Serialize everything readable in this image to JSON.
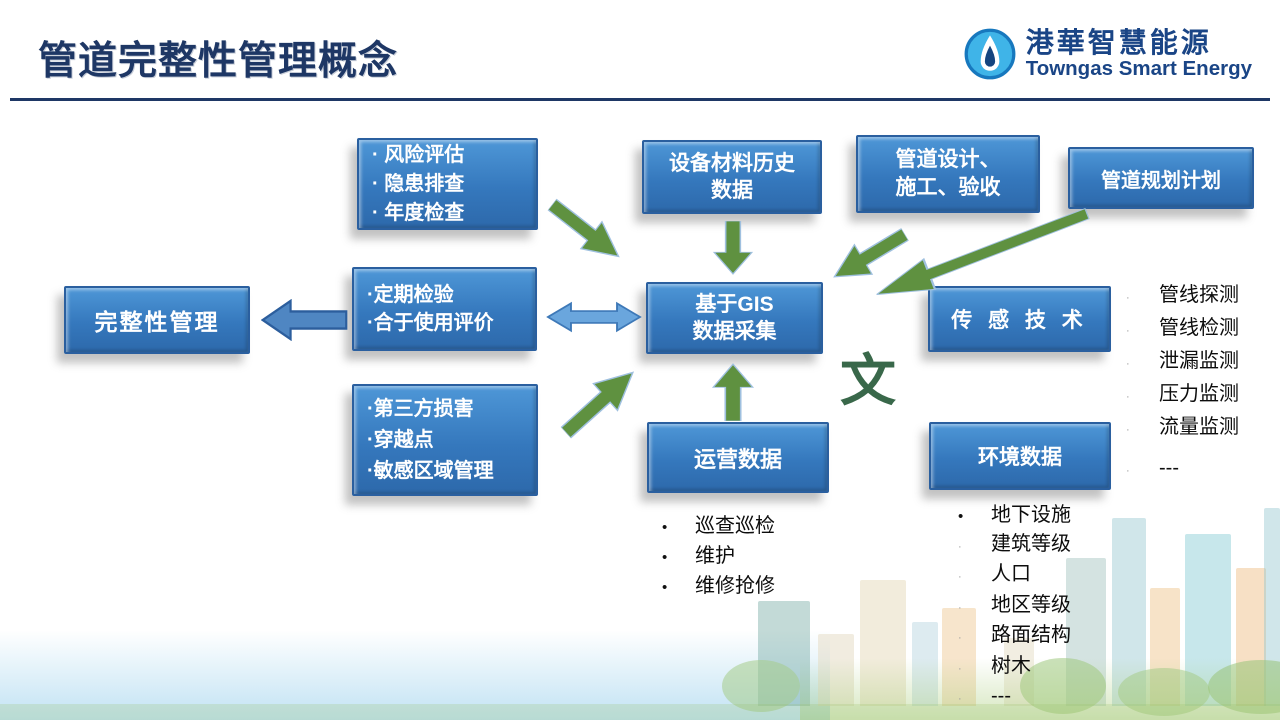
{
  "slide": {
    "title": "管道完整性管理概念",
    "logo": {
      "cn": "港華智慧能源",
      "en": "Towngas Smart Energy"
    }
  },
  "boxes": {
    "risk": {
      "lines": [
        "· 风险评估",
        "· 隐患排查",
        "· 年度检查"
      ]
    },
    "equipment": {
      "lines": [
        "设备材料历史",
        "数据"
      ]
    },
    "design": {
      "lines": [
        "管道设计、",
        "施工、验收"
      ]
    },
    "planning": {
      "label": "管道规划计划"
    },
    "integrity": {
      "label": "完整性管理"
    },
    "periodic": {
      "lines": [
        "·定期检验",
        "·合于使用评价"
      ]
    },
    "gis": {
      "lines": [
        "基于GIS",
        "数据采集"
      ]
    },
    "sensing": {
      "label": "传 感 技 术"
    },
    "thirdparty": {
      "lines": [
        "·第三方损害",
        "·穿越点",
        "·敏感区域管理"
      ]
    },
    "operation": {
      "label": "运营数据"
    },
    "environment": {
      "label": "环境数据"
    }
  },
  "lists": {
    "bullet_black": "•",
    "bullet_faint": "·",
    "sensor": {
      "items": [
        "管线探测",
        "管线检测",
        "泄漏监测",
        "压力监测",
        "流量监测",
        "---"
      ]
    },
    "operation": {
      "items": [
        "巡查巡检",
        "维护",
        "维修抢修"
      ]
    },
    "environment": {
      "items": [
        "地下设施",
        "建筑等级",
        "人口",
        "地区等级",
        "路面结构",
        "树木",
        "---"
      ]
    }
  },
  "annotations": {
    "wen": "文"
  },
  "colors": {
    "accent_navy": "#1e3765",
    "box_blue_top": "#4e97d7",
    "box_blue_bottom": "#2d69ab",
    "box_border": "#2a5f9f",
    "arrow_green": "#5f9140",
    "arrow_light_blue": "#6aa6dd",
    "arrow_steel_blue": "#4f86c2",
    "logo_circle_blue": "#3fb4e8",
    "logo_navy": "#1a4586",
    "wen_green": "#39684a"
  }
}
